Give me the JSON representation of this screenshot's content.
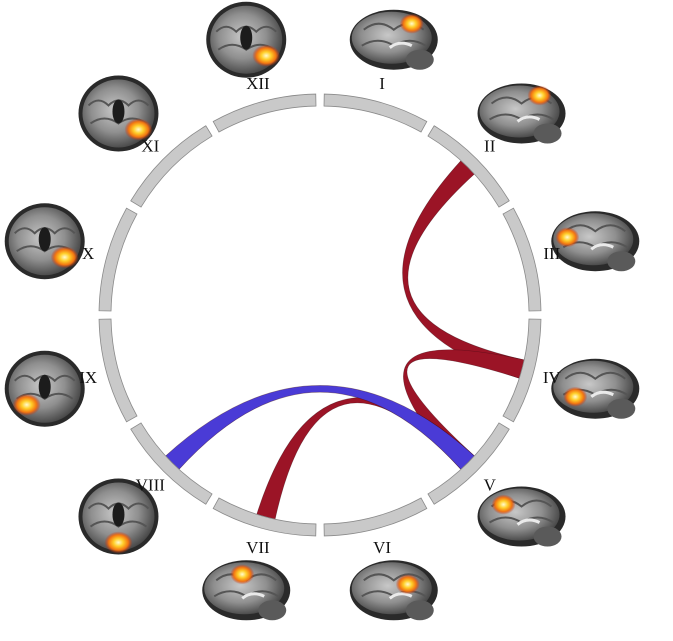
{
  "colors": {
    "segment_fill": "#c9c9c9",
    "segment_stroke": "#8a8a8a",
    "positive_connection": "#9b1426",
    "negative_connection": "#4a3bd6",
    "label_text": "#111111"
  },
  "regions": [
    {
      "label": "I",
      "thumbnail": "sagittal-lateral-brain-slice"
    },
    {
      "label": "II",
      "thumbnail": "sagittal-lateral-brain-slice"
    },
    {
      "label": "III",
      "thumbnail": "sagittal-medial-brain-slice"
    },
    {
      "label": "IV",
      "thumbnail": "sagittal-lateral-brain-slice"
    },
    {
      "label": "V",
      "thumbnail": "sagittal-medial-brain-slice"
    },
    {
      "label": "VI",
      "thumbnail": "sagittal-medial-brain-slice"
    },
    {
      "label": "VII",
      "thumbnail": "sagittal-medial-brain-slice"
    },
    {
      "label": "VIII",
      "thumbnail": "coronal-brain-slice"
    },
    {
      "label": "IX",
      "thumbnail": "coronal-brain-slice"
    },
    {
      "label": "X",
      "thumbnail": "coronal-brain-slice"
    },
    {
      "label": "XI",
      "thumbnail": "coronal-brain-slice"
    },
    {
      "label": "XII",
      "thumbnail": "coronal-brain-slice"
    }
  ],
  "connections": [
    {
      "from": "II",
      "to": "IV",
      "type": "positive"
    },
    {
      "from": "IV",
      "to": "V",
      "type": "positive"
    },
    {
      "from": "V",
      "to": "VII",
      "type": "positive"
    },
    {
      "from": "V",
      "to": "VIII",
      "type": "negative"
    }
  ]
}
